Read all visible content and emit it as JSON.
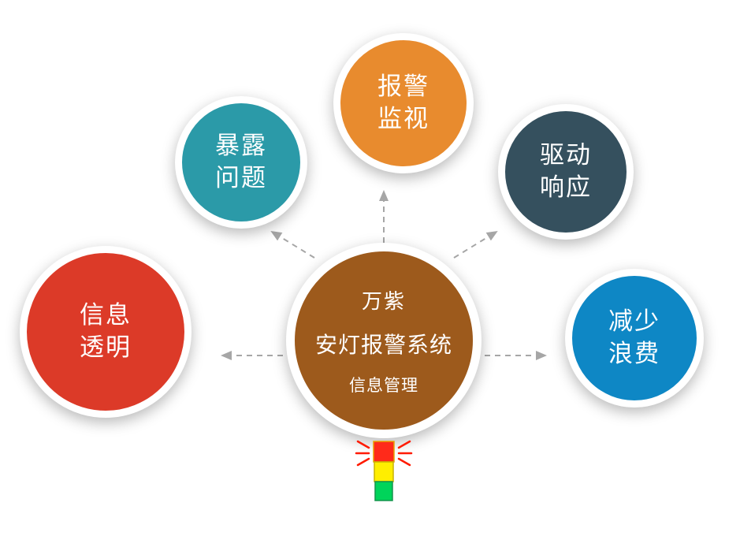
{
  "center_node": {
    "line1": "万紫",
    "line2": "安灯报警系统",
    "line3": "信息管理",
    "color": "#9d5a1c"
  },
  "nodes": [
    {
      "id": "info-transparency",
      "line1": "信息",
      "line2": "透明",
      "color": "#dc3a28"
    },
    {
      "id": "expose-problems",
      "line1": "暴露",
      "line2": "问题",
      "color": "#2b9aa8"
    },
    {
      "id": "alarm-monitoring",
      "line1": "报警",
      "line2": "监视",
      "color": "#e88b2e"
    },
    {
      "id": "drive-response",
      "line1": "驱动",
      "line2": "响应",
      "color": "#35505e"
    },
    {
      "id": "reduce-waste",
      "line1": "减少",
      "line2": "浪费",
      "color": "#0e87c5"
    }
  ],
  "traffic_light": {
    "red": "#ff2a1a",
    "yellow": "#ffee00",
    "green": "#00d45a",
    "ray_color": "#ff1a00"
  },
  "arrow_color": "#a6a6a6"
}
